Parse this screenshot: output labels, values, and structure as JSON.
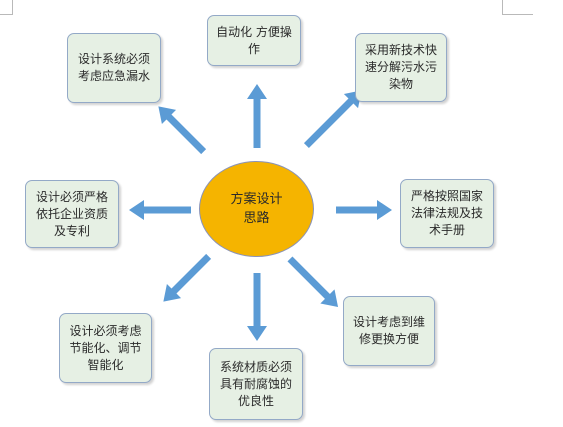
{
  "center": {
    "label": "方案设计思路"
  },
  "nodes": [
    {
      "id": "top",
      "label": "自动化 方便操作"
    },
    {
      "id": "top-right",
      "label": "采用新技术快速分解污水污染物"
    },
    {
      "id": "right",
      "label": "严格按照国家法律法规及技术手册"
    },
    {
      "id": "bottom-right",
      "label": "设计考虑到维修更换方便"
    },
    {
      "id": "bottom",
      "label": "系统材质必须具有耐腐蚀的优良性"
    },
    {
      "id": "bottom-left",
      "label": "设计必须考虑节能化、调节智能化"
    },
    {
      "id": "left",
      "label": "设计必须严格依托企业资质及专利"
    },
    {
      "id": "top-left",
      "label": "设计系统必须考虑应急漏水"
    }
  ],
  "colors": {
    "arrow": "#5b9bd5",
    "box_fill": "#e6f0e4",
    "box_border": "#93a9c7",
    "center_fill": "#f5b400"
  }
}
